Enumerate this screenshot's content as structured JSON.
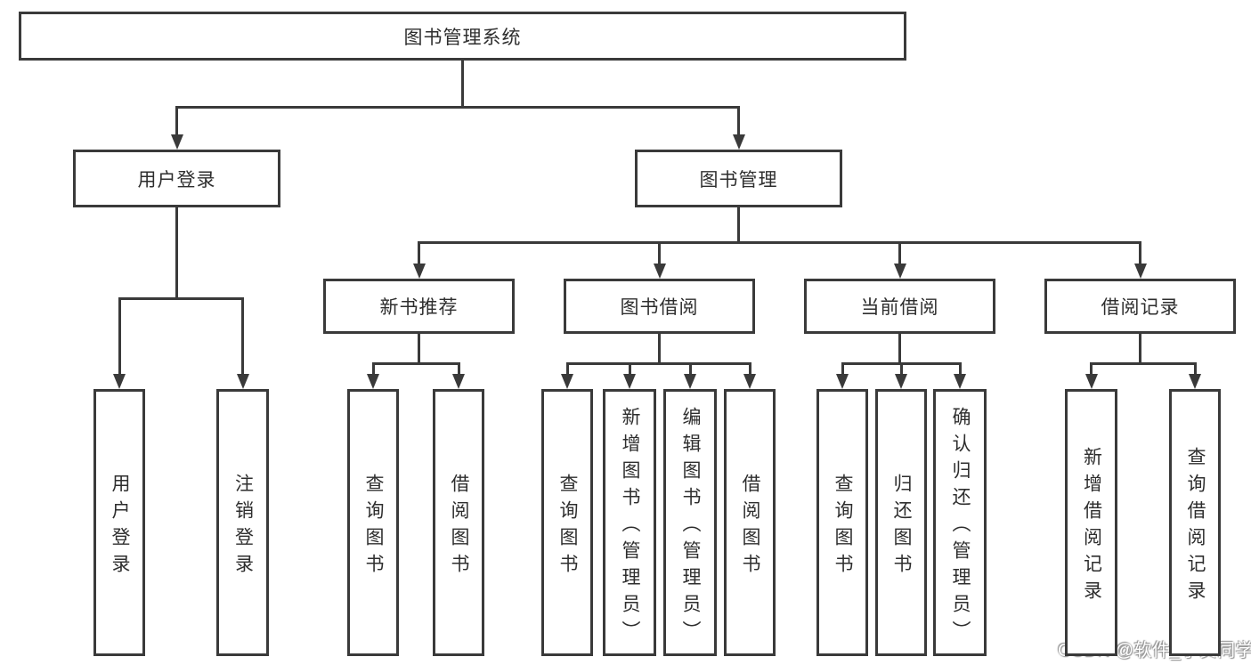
{
  "diagram": {
    "title": "图书管理系统",
    "nodes": [
      {
        "id": "system",
        "label": "图书管理系统",
        "level": 1,
        "parent": null
      },
      {
        "id": "user-login-group",
        "label": "用户登录",
        "level": 2,
        "parent": "system"
      },
      {
        "id": "book-management",
        "label": "图书管理",
        "level": 2,
        "parent": "system"
      },
      {
        "id": "new-book-recommend",
        "label": "新书推荐",
        "level": 3,
        "parent": "book-management"
      },
      {
        "id": "book-borrowing",
        "label": "图书借阅",
        "level": 3,
        "parent": "book-management"
      },
      {
        "id": "current-borrowing",
        "label": "当前借阅",
        "level": 3,
        "parent": "book-management"
      },
      {
        "id": "borrowing-records",
        "label": "借阅记录",
        "level": 3,
        "parent": "book-management"
      },
      {
        "id": "user-login",
        "label": "用户登录",
        "level": 4,
        "parent": "user-login-group"
      },
      {
        "id": "logout",
        "label": "注销登录",
        "level": 4,
        "parent": "user-login-group"
      },
      {
        "id": "query-books-recommend",
        "label": "查询图书",
        "level": 4,
        "parent": "new-book-recommend"
      },
      {
        "id": "borrow-books-recommend",
        "label": "借阅图书",
        "level": 4,
        "parent": "new-book-recommend"
      },
      {
        "id": "query-books-borrowing",
        "label": "查询图书",
        "level": 4,
        "parent": "book-borrowing"
      },
      {
        "id": "add-books-admin",
        "label": "新增图书（管理员）",
        "level": 4,
        "parent": "book-borrowing"
      },
      {
        "id": "edit-books-admin",
        "label": "编辑图书（管理员）",
        "level": 4,
        "parent": "book-borrowing"
      },
      {
        "id": "borrow-books-borrowing",
        "label": "借阅图书",
        "level": 4,
        "parent": "book-borrowing"
      },
      {
        "id": "query-books-current",
        "label": "查询图书",
        "level": 4,
        "parent": "current-borrowing"
      },
      {
        "id": "return-books",
        "label": "归还图书",
        "level": 4,
        "parent": "current-borrowing"
      },
      {
        "id": "confirm-return-admin",
        "label": "确认归还（管理员）",
        "level": 4,
        "parent": "current-borrowing"
      },
      {
        "id": "add-borrow-record",
        "label": "新增借阅记录",
        "level": 4,
        "parent": "borrowing-records"
      },
      {
        "id": "query-borrow-record",
        "label": "查询借阅记录",
        "level": 4,
        "parent": "borrowing-records"
      }
    ]
  },
  "watermark": {
    "text": "CSDN @软件_小贺同学"
  },
  "colors": {
    "line": "#3a3a3a",
    "text": "#2e2e2e",
    "box_background": "#ffffff",
    "canvas_background": "#ffffff",
    "watermark_text": "#ffffff",
    "watermark_shadow": "#909090"
  }
}
